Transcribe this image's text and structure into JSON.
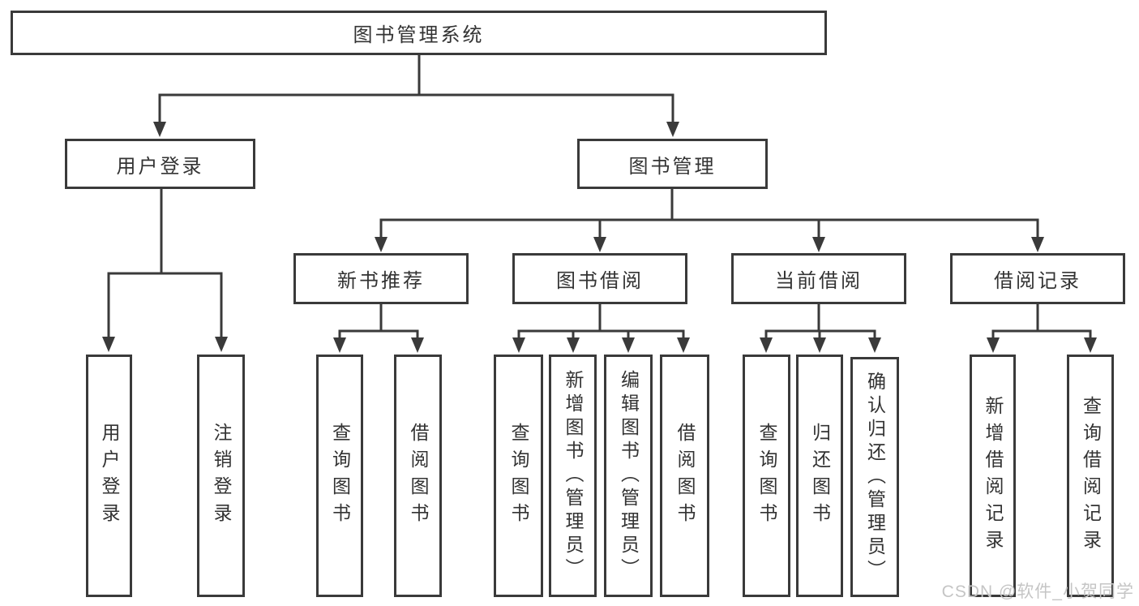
{
  "diagram": {
    "type": "tree",
    "watermark": "CSDN @软件_小贺同学",
    "colors": {
      "line": "#3a3a3a",
      "text": "#333333",
      "box_background": "#ffffff",
      "watermark": "#c5c5c5",
      "background": "#ffffff"
    },
    "tree": {
      "label": "图书管理系统",
      "children": [
        {
          "label": "用户登录",
          "children": [
            {
              "label": "用户登录"
            },
            {
              "label": "注销登录"
            }
          ]
        },
        {
          "label": "图书管理",
          "children": [
            {
              "label": "新书推荐",
              "children": [
                {
                  "label": "查询图书"
                },
                {
                  "label": "借阅图书"
                }
              ]
            },
            {
              "label": "图书借阅",
              "children": [
                {
                  "label": "查询图书"
                },
                {
                  "label": "新增图书（管理员）"
                },
                {
                  "label": "编辑图书（管理员）"
                },
                {
                  "label": "借阅图书"
                }
              ]
            },
            {
              "label": "当前借阅",
              "children": [
                {
                  "label": "查询图书"
                },
                {
                  "label": "归还图书"
                },
                {
                  "label": "确认归还（管理员）"
                }
              ]
            },
            {
              "label": "借阅记录",
              "children": [
                {
                  "label": "新增借阅记录"
                },
                {
                  "label": "查询借阅记录"
                }
              ]
            }
          ]
        }
      ]
    }
  }
}
